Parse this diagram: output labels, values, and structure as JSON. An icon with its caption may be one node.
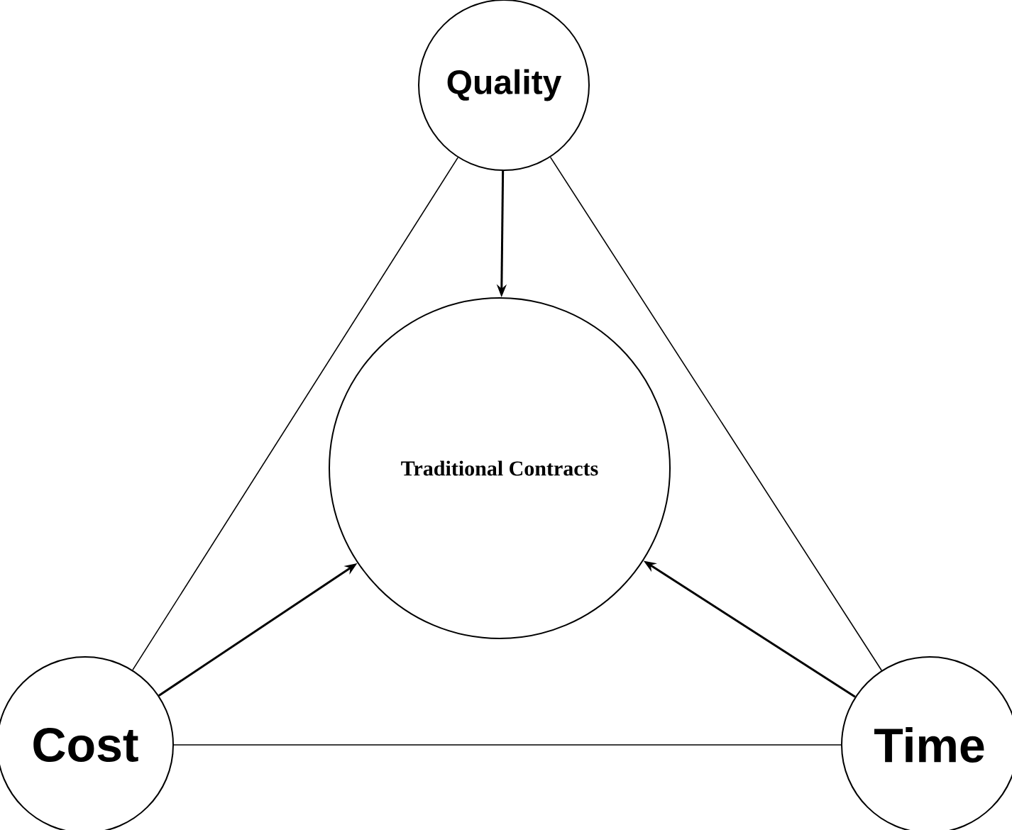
{
  "diagram": {
    "nodes": [
      {
        "text": [
          "Quality"
        ]
      },
      {
        "text": [
          "Traditional Contracts"
        ]
      },
      {
        "text": [
          "Cost"
        ]
      },
      {
        "text": [
          "Time"
        ]
      }
    ],
    "edges": [
      {
        "from": 0,
        "to": 2,
        "arrow": "none"
      },
      {
        "from": 0,
        "to": 3,
        "arrow": "none"
      },
      {
        "from": 2,
        "to": 3,
        "arrow": "none"
      },
      {
        "from": 0,
        "to": 1,
        "arrow": "to"
      },
      {
        "from": 2,
        "to": 1,
        "arrow": "to"
      },
      {
        "from": 3,
        "to": 1,
        "arrow": "to"
      }
    ]
  }
}
